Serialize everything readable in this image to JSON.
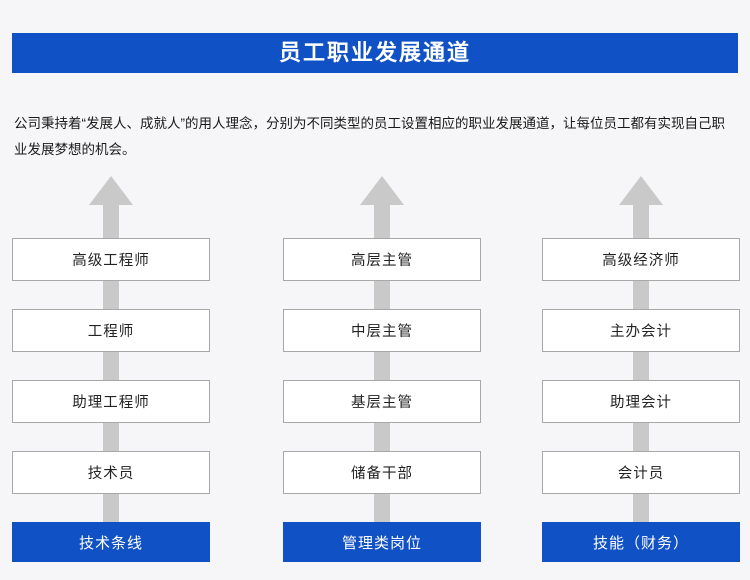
{
  "header": {
    "title": "员工职业发展通道",
    "background_color": "#1151c6",
    "text_color": "#ffffff"
  },
  "intro": {
    "paragraph": "公司秉持着“发展人、成就人”的用人理念，分别为不同类型的员工设置相应的职业发展通道，让每位员工都有实现自己职业发展梦想的机会。"
  },
  "theme": {
    "page_background": "#f6f6f8",
    "accent_blue": "#1151c6",
    "arrow_gray": "#c9c9c9",
    "box_border": "#a8a8a8",
    "box_fill": "#ffffff",
    "box_text": "#232323"
  },
  "columns": [
    {
      "id": "technical",
      "arrow_icon": "up-arrow-icon",
      "steps": [
        "高级工程师",
        "工程师",
        "助理工程师",
        "技术员"
      ],
      "footer_label": "技术条线"
    },
    {
      "id": "management",
      "arrow_icon": "up-arrow-icon",
      "steps": [
        "高层主管",
        "中层主管",
        "基层主管",
        "储备干部"
      ],
      "footer_label": "管理类岗位"
    },
    {
      "id": "skill-finance",
      "arrow_icon": "up-arrow-icon",
      "steps": [
        "高级经济师",
        "主办会计",
        "助理会计",
        "会计员"
      ],
      "footer_label": "技能（财务）"
    }
  ]
}
